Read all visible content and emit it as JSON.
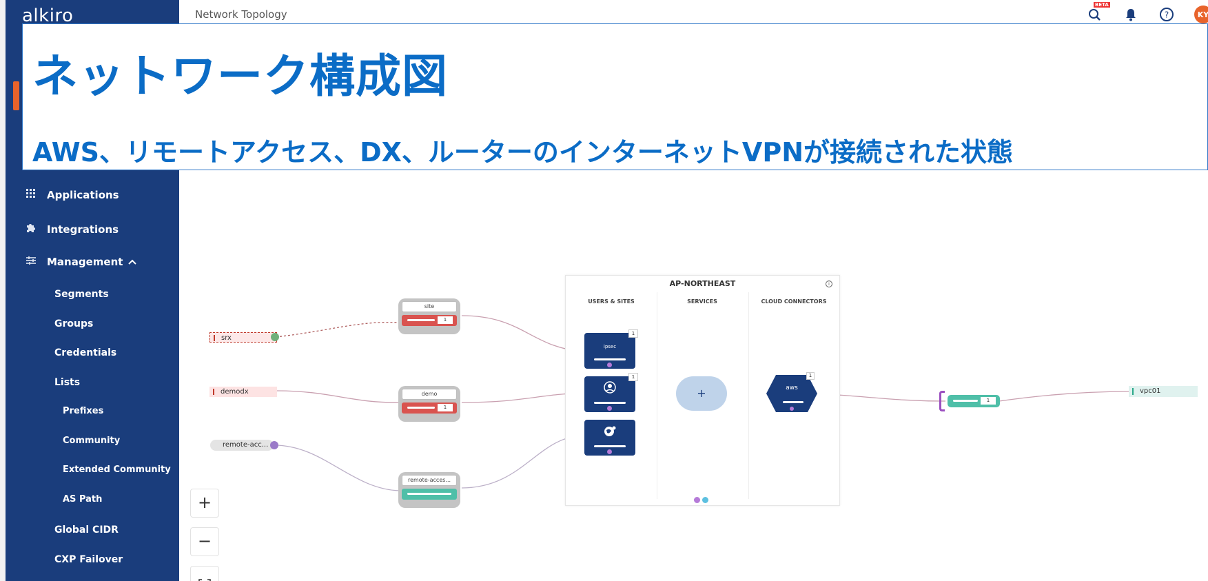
{
  "app": {
    "logo": "alkiro"
  },
  "topbar": {
    "title": "Network Topology",
    "icons": [
      "search-map-icon",
      "bell-icon",
      "help-icon"
    ],
    "beta_label": "BETA",
    "avatar_initials": "KY"
  },
  "overlay": {
    "title": "ネットワーク構成図",
    "subtitle": "AWS、リモートアクセス、DX、ルーターのインターネットVPNが接続された状態"
  },
  "sidebar": {
    "items": [
      {
        "label": "Applications",
        "icon": "grid-icon"
      },
      {
        "label": "Integrations",
        "icon": "puzzle-icon"
      },
      {
        "label": "Management",
        "icon": "sliders-icon",
        "expanded": true
      }
    ],
    "management_items": [
      "Segments",
      "Groups",
      "Credentials",
      "Lists"
    ],
    "list_items": [
      "Prefixes",
      "Community",
      "Extended Community",
      "AS Path"
    ],
    "more_items": [
      "Global CIDR",
      "CXP Failover"
    ]
  },
  "topology": {
    "region": {
      "title": "AP-NORTHEAST",
      "columns": [
        "USERS & SITES",
        "SERVICES",
        "CLOUD CONNECTORS"
      ]
    },
    "sources": [
      {
        "label": "srx"
      },
      {
        "label": "demodx"
      },
      {
        "label": "remote-acc..."
      }
    ],
    "gateways": [
      {
        "label": "site",
        "count": "1"
      },
      {
        "label": "demo",
        "count": "1"
      },
      {
        "label": "remote-acces..."
      }
    ],
    "services": [
      {
        "label": "ipsec",
        "count": "1"
      },
      {
        "count": "1"
      },
      {}
    ],
    "services_add": "+",
    "cloud_connector": {
      "label": "aws",
      "count": "1"
    },
    "vpc_gateway": {
      "count": "1"
    },
    "vpc": {
      "label": "vpc01"
    }
  },
  "controls": {
    "zoom_in": "+",
    "zoom_out": "−"
  },
  "colors": {
    "sidebar": "#1a3d7c",
    "accent": "#e8632b",
    "overlay_text": "#0b6cc6",
    "gateway_red": "#d9534f",
    "gateway_teal": "#4fbfa8"
  }
}
